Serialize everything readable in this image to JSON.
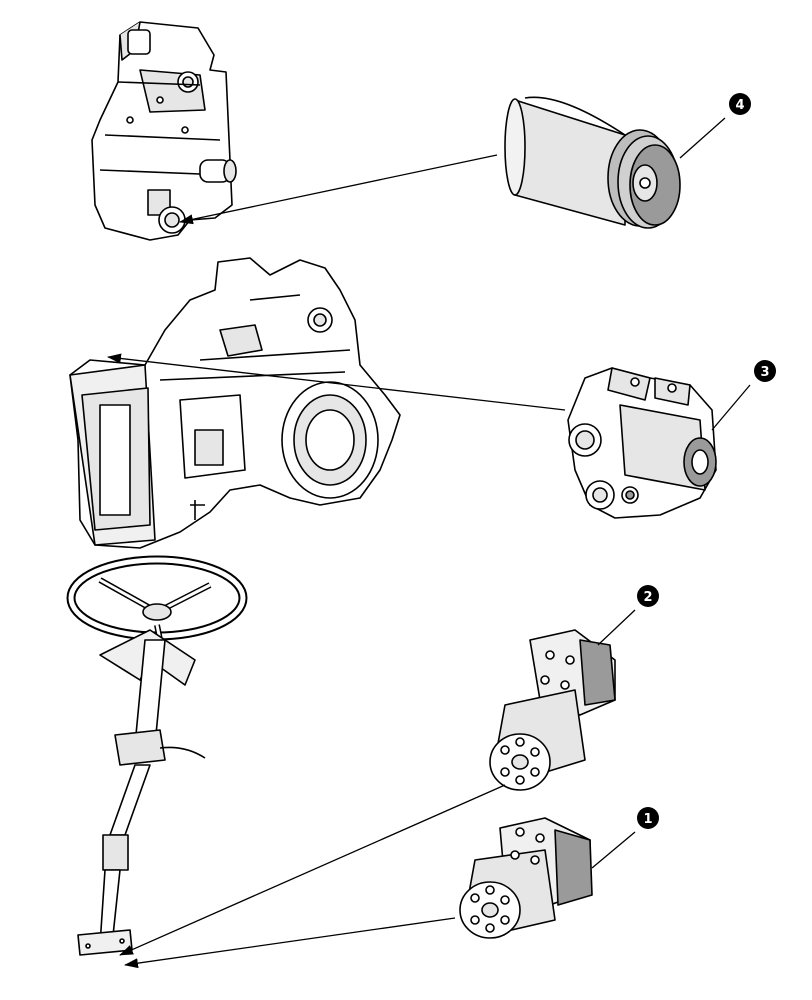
{
  "diagram": {
    "colors": {
      "ink": "#000000",
      "part_fill": "#ffffff",
      "shade": "#e6e6e6",
      "dark": "#9a9a9a",
      "callout_fill": "#000000",
      "callout_text": "#ffffff"
    },
    "callouts": [
      {
        "id": "1",
        "label": "1",
        "target": "steering-column-base"
      },
      {
        "id": "2",
        "label": "2",
        "target": "steering-column-base"
      },
      {
        "id": "3",
        "label": "3",
        "target": "transmission-housing-front"
      },
      {
        "id": "4",
        "label": "4",
        "target": "gearbox-lower-port"
      }
    ]
  }
}
